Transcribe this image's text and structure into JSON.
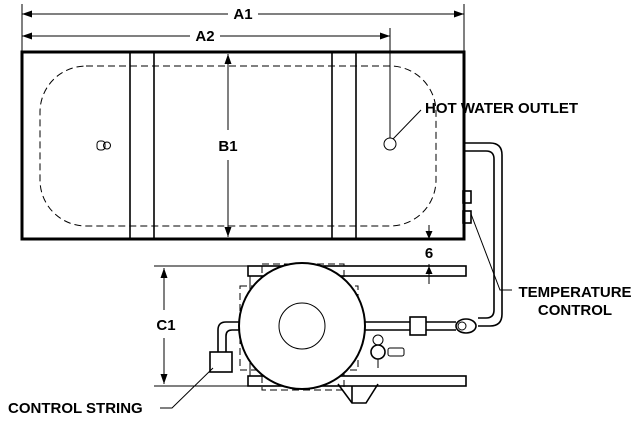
{
  "labels": {
    "a1": "A1",
    "a2": "A2",
    "b1": "B1",
    "c1": "C1",
    "six": "6",
    "hot_water_outlet": "HOT WATER OUTLET",
    "temperature_control_line1": "TEMPERATURE",
    "temperature_control_line2": "CONTROL",
    "control_string": "CONTROL STRING"
  }
}
